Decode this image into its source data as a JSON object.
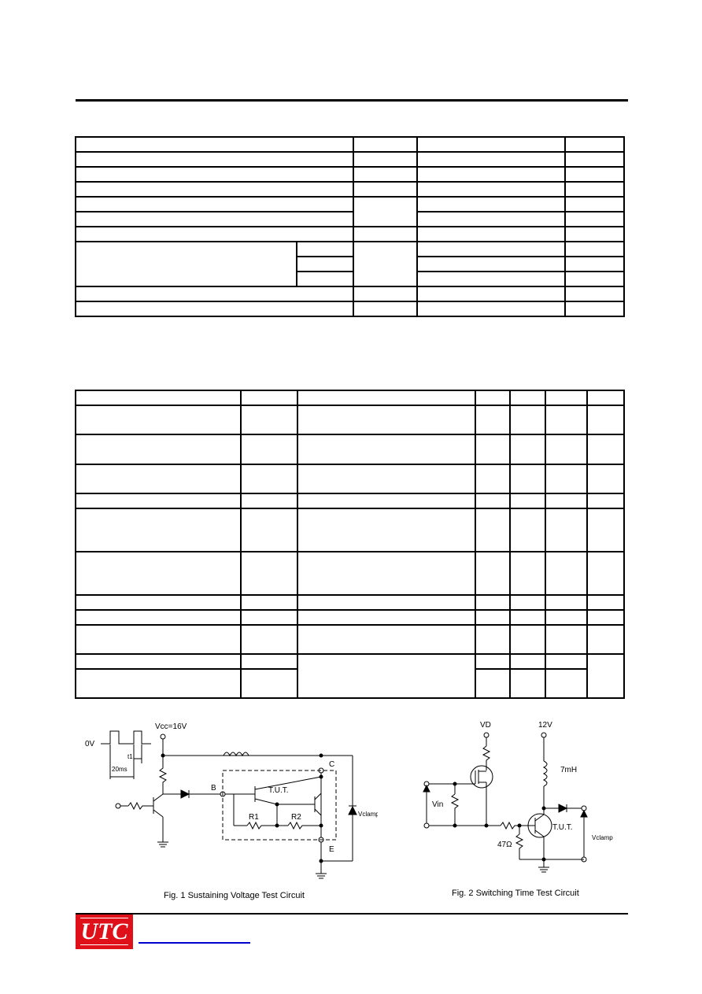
{
  "figure1": {
    "caption": "Fig. 1 Sustaining Voltage Test Circuit",
    "labels": {
      "zero_v": "0V",
      "vcc": "Vcc=16V",
      "t1": "t1",
      "width": "20ms",
      "b": "B",
      "c": "C",
      "e": "E",
      "tut": "T.U.T.",
      "r1": "R1",
      "r2": "R2",
      "vclamp": "Vclamp"
    }
  },
  "figure2": {
    "caption": "Fig. 2 Switching Time Test Circuit",
    "labels": {
      "vd": "VD",
      "v12": "12V",
      "inductor": "7mH",
      "vin": "Vin",
      "r47": "47Ω",
      "tut": "T.U.T.",
      "vclamp": "Vclamp"
    }
  },
  "footer": {
    "logo": "UTC"
  }
}
